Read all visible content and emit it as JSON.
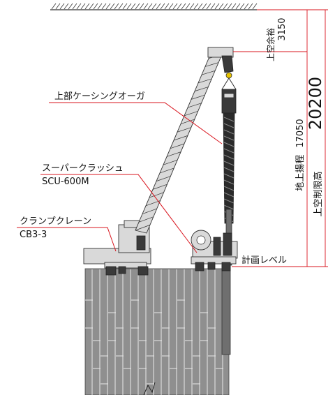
{
  "labels": {
    "upper_casing_auger": "上部ケーシングオーガ",
    "super_crush": "スーパークラッシュ",
    "super_crush_model": "SCU-600M",
    "clamp_crane": "クランプクレーン",
    "clamp_crane_model": "CB3-3",
    "plan_level": "計画レベル"
  },
  "dimensions": {
    "clearance_label": "上空余裕",
    "clearance_value": "3150",
    "lift_height_label": "地上揚程",
    "lift_height_value": "17050",
    "limit_label": "上空制限高",
    "limit_value": "20200"
  },
  "colors": {
    "leader": "#d9141d",
    "machine": "#d9d9d9",
    "pile": "#8f8f8f",
    "outline": "#333333"
  }
}
